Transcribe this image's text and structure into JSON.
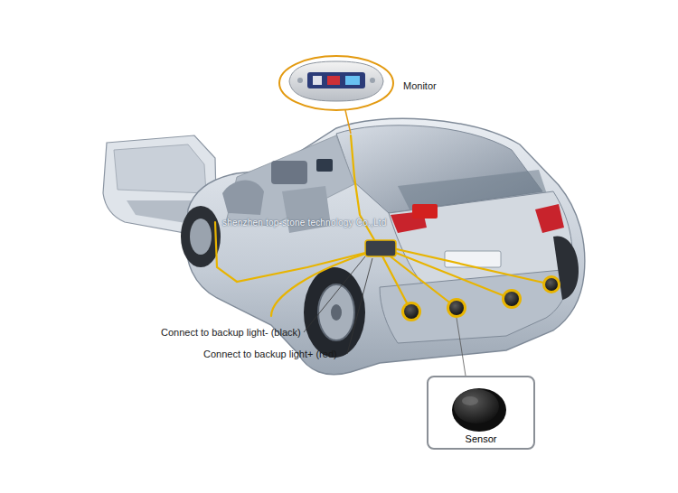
{
  "diagram": {
    "nodes": [
      {
        "text": [
          "Sensor"
        ]
      }
    ],
    "labels": [
      "Monitor",
      "shenzhen top-stone technology Co.,Ltd",
      "Connect to backup light- (black)",
      "Connect to backup light+ (red)"
    ]
  }
}
